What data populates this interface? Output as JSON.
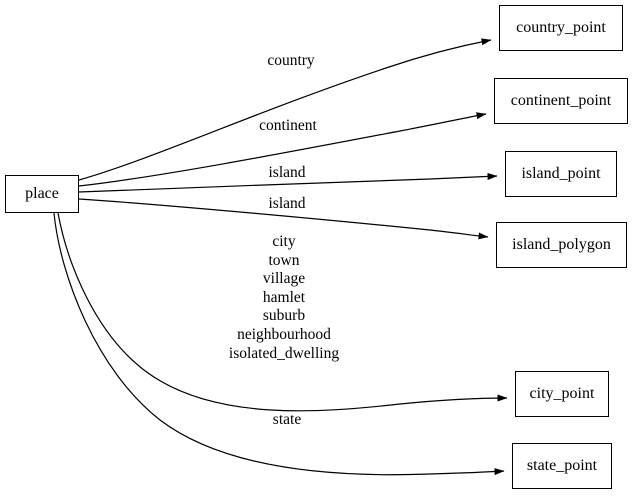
{
  "diagram": {
    "type": "directed-graph",
    "background_color": "#ffffff",
    "line_color": "#000000",
    "text_color": "#000000",
    "source_node": {
      "id": "place",
      "label": "place"
    },
    "target_nodes": [
      {
        "id": "country_point",
        "label": "country_point"
      },
      {
        "id": "continent_point",
        "label": "continent_point"
      },
      {
        "id": "island_point",
        "label": "island_point"
      },
      {
        "id": "island_polygon",
        "label": "island_polygon"
      },
      {
        "id": "city_point",
        "label": "city_point"
      },
      {
        "id": "state_point",
        "label": "state_point"
      }
    ],
    "edges": [
      {
        "from": "place",
        "to": "country_point",
        "label": "country"
      },
      {
        "from": "place",
        "to": "continent_point",
        "label": "continent"
      },
      {
        "from": "place",
        "to": "island_point",
        "label": "island"
      },
      {
        "from": "place",
        "to": "island_polygon",
        "label": "island"
      },
      {
        "from": "place",
        "to": "city_point",
        "label": "city\ntown\nvillage\nhamlet\nsuburb\nneighbourhood\nisolated_dwelling"
      },
      {
        "from": "place",
        "to": "state_point",
        "label": "state"
      }
    ],
    "edge_labels": {
      "country": "country",
      "continent": "continent",
      "island_a": "island",
      "island_b": "island",
      "city_lines": [
        "city",
        "town",
        "village",
        "hamlet",
        "suburb",
        "neighbourhood",
        "isolated_dwelling"
      ],
      "state": "state"
    }
  }
}
